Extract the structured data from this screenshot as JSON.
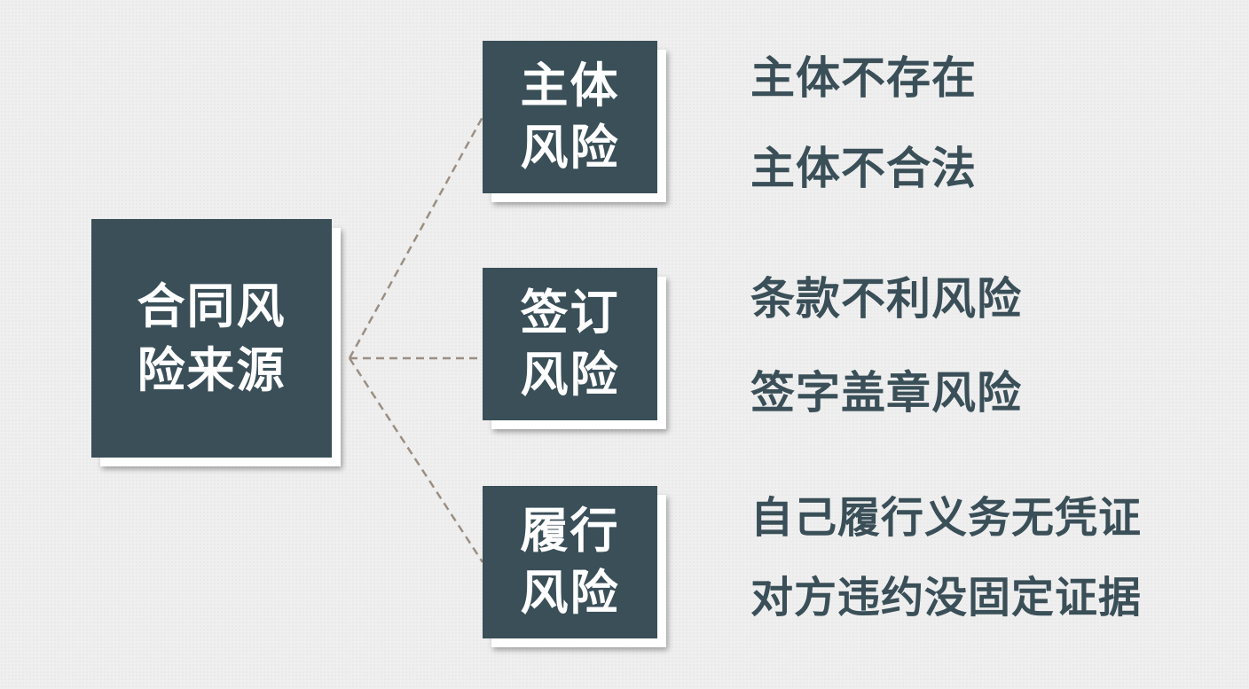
{
  "root": {
    "label": "合同风\n险来源"
  },
  "branches": [
    {
      "label": "主体\n风险",
      "items": [
        "主体不存在",
        "主体不合法"
      ]
    },
    {
      "label": "签订\n风险",
      "items": [
        "条款不利风险",
        "签字盖章风险"
      ]
    },
    {
      "label": "履行\n风险",
      "items": [
        "自己履行义务无凭证",
        "对方违约没固定证据"
      ]
    }
  ],
  "colors": {
    "box_fill": "#3a4f58",
    "box_text": "#ffffff",
    "item_text": "#3a4f58",
    "connector": "#9b8e83",
    "background": "#efefef"
  }
}
